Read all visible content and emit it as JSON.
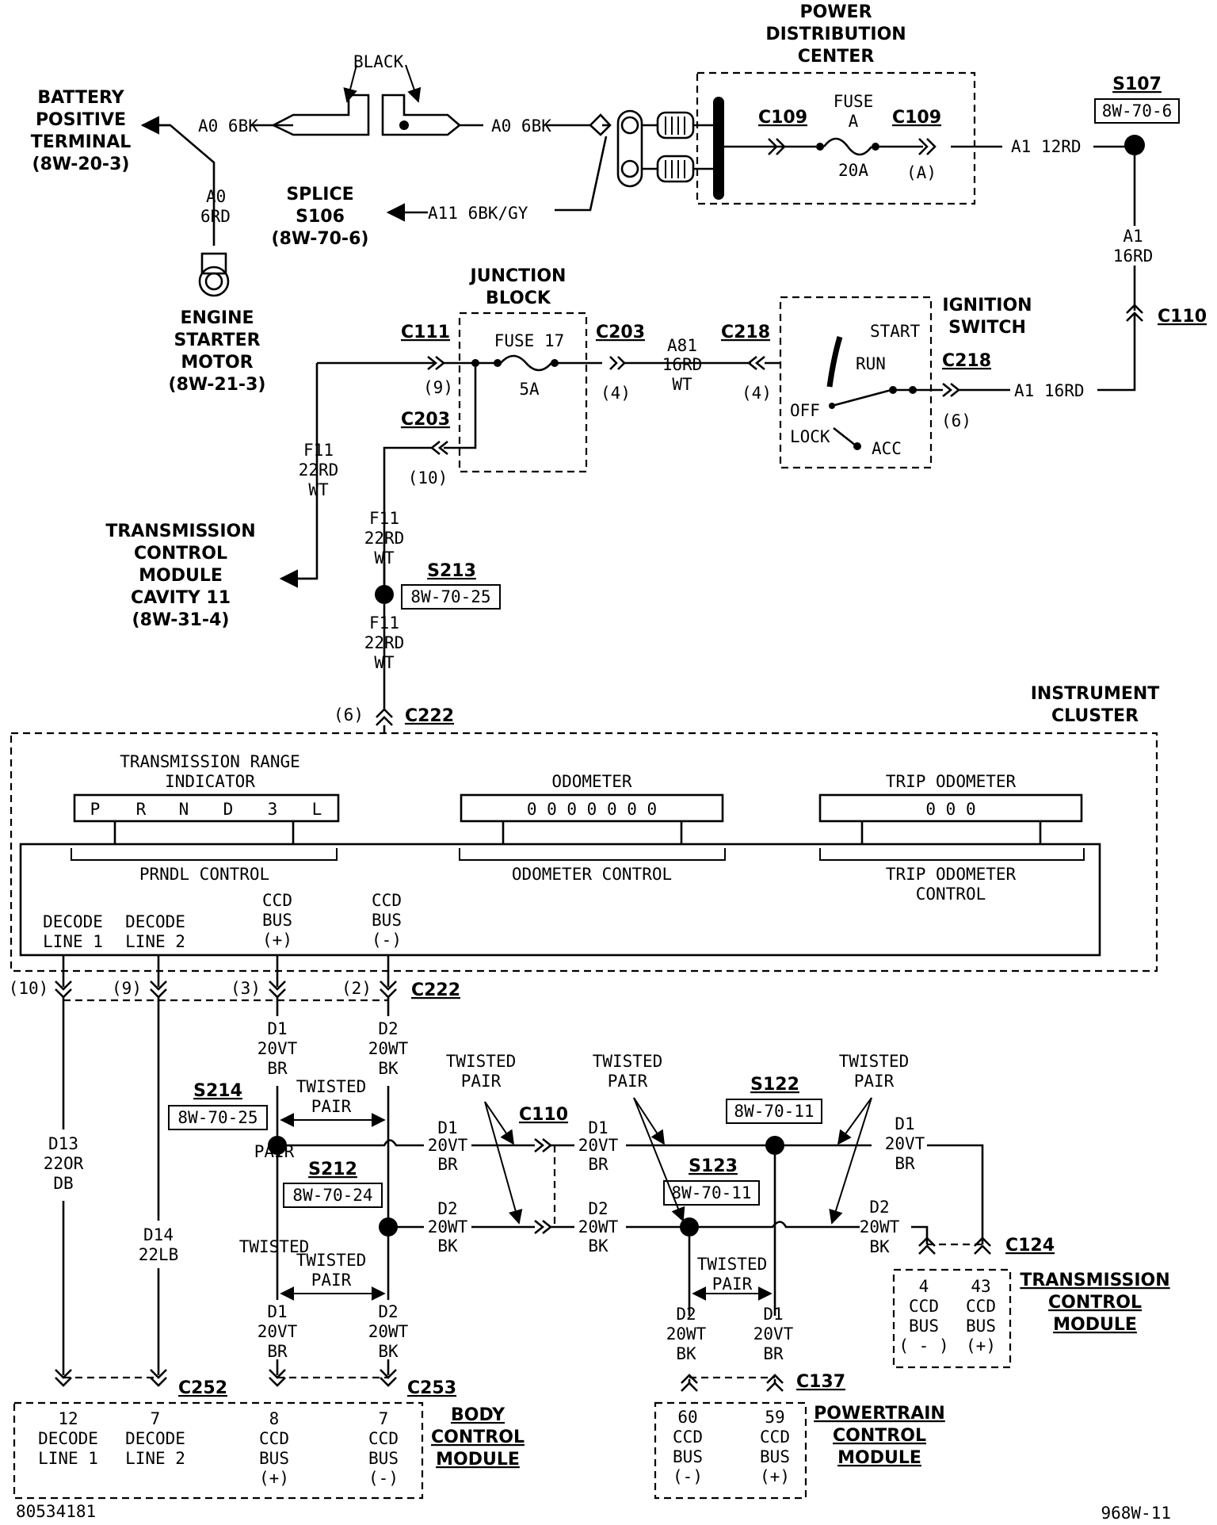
{
  "components": {
    "battery": {
      "name_1": "BATTERY",
      "name_2": "POSITIVE",
      "name_3": "TERMINAL",
      "ref": "(8W-20-3)"
    },
    "starter": {
      "name_1": "ENGINE",
      "name_2": "STARTER",
      "name_3": "MOTOR",
      "ref": "(8W-21-3)"
    },
    "splice_s106": {
      "name_1": "SPLICE",
      "name_2": "S106",
      "ref": "(8W-70-6)"
    },
    "pdc": {
      "name_1": "POWER",
      "name_2": "DISTRIBUTION",
      "name_3": "CENTER",
      "fuse_label": "FUSE",
      "fuse_id": "A",
      "fuse_rating": "20A",
      "cavity": "(A)"
    },
    "junction_block": {
      "name_1": "JUNCTION",
      "name_2": "BLOCK",
      "fuse": "FUSE 17",
      "rating": "5A"
    },
    "ignition": {
      "name_1": "IGNITION",
      "name_2": "SWITCH",
      "start": "START",
      "run": "RUN",
      "off": "OFF",
      "lock": "LOCK",
      "acc": "ACC"
    },
    "tcm_cavity": {
      "name_1": "TRANSMISSION",
      "name_2": "CONTROL",
      "name_3": "MODULE",
      "name_4": "CAVITY 11",
      "ref": "(8W-31-4)"
    },
    "cluster": {
      "name_1": "INSTRUMENT",
      "name_2": "CLUSTER",
      "tri_1": "TRANSMISSION RANGE",
      "tri_2": "INDICATOR",
      "prndl": [
        "P",
        "R",
        "N",
        "D",
        "3",
        "L"
      ],
      "odo_label": "ODOMETER",
      "odo_value": "0 0 0 0 0 0 0",
      "trip_label": "TRIP ODOMETER",
      "trip_value": "0 0 0",
      "prndl_control": "PRNDL CONTROL",
      "odo_control": "ODOMETER CONTROL",
      "trip_control_1": "TRIP ODOMETER",
      "trip_control_2": "CONTROL",
      "decode_1a": "DECODE",
      "decode_1b": "LINE 1",
      "decode_2a": "DECODE",
      "decode_2b": "LINE 2",
      "ccd_p_1": "CCD",
      "ccd_p_2": "BUS",
      "ccd_p_3": "(+)",
      "ccd_n_1": "CCD",
      "ccd_n_2": "BUS",
      "ccd_n_3": "(-)"
    },
    "bcm": {
      "name_1": "BODY",
      "name_2": "CONTROL",
      "name_3": "MODULE",
      "p12": "12",
      "p7a": "7",
      "p8": "8",
      "p7b": "7",
      "decode1_a": "DECODE",
      "decode1_b": "LINE 1",
      "decode2_a": "DECODE",
      "decode2_b": "LINE 2",
      "ccd": "CCD",
      "bus": "BUS",
      "plus": "(+)",
      "minus": "(-)"
    },
    "pcm": {
      "name_1": "POWERTRAIN",
      "name_2": "CONTROL",
      "name_3": "MODULE",
      "p60": "60",
      "p59": "59",
      "ccd": "CCD",
      "bus": "BUS",
      "minus": "(-)",
      "plus": "(+)"
    },
    "tcm": {
      "name_1": "TRANSMISSION",
      "name_2": "CONTROL",
      "name_3": "MODULE",
      "p4": "4",
      "p43": "43",
      "ccd": "CCD",
      "bus": "BUS",
      "minus": "( - )",
      "plus": "(+)"
    }
  },
  "connectors": {
    "c109": "C109",
    "c110": "C110",
    "c111": "C111",
    "c203": "C203",
    "c218": "C218",
    "c222": "C222",
    "c252": "C252",
    "c253": "C253",
    "c124": "C124",
    "c137": "C137",
    "p9": "(9)",
    "p10": "(10)",
    "p4": "(4)",
    "p6": "(6)",
    "p3": "(3)",
    "p2": "(2)"
  },
  "splices": {
    "s107": "S107",
    "s107_ref": "8W-70-6",
    "s213": "S213",
    "s213_ref": "8W-70-25",
    "s214": "S214",
    "s214_ref": "8W-70-25",
    "s212": "S212",
    "s212_ref": "8W-70-24",
    "s122": "S122",
    "s122_ref": "8W-70-11",
    "s123": "S123",
    "s123_ref": "8W-70-11"
  },
  "wires": {
    "a0_6bk": "A0 6BK",
    "a0": "A0",
    "rd6": "6RD",
    "a11": "A11 6BK/GY",
    "a1_12rd": "A1 12RD",
    "a1": "A1",
    "rd16": "16RD",
    "a1_16rd": "A1 16RD",
    "a81": "A81",
    "wt": "WT",
    "f11": "F11",
    "rd22": "22RD",
    "d1": "D1",
    "vt20": "20VT",
    "br": "BR",
    "d2": "D2",
    "wt20": "20WT",
    "bk": "BK",
    "d13": "D13",
    "or22": "22OR",
    "db": "DB",
    "d14": "D14",
    "lb22": "22LB",
    "black": "BLACK",
    "twisted": "TWISTED",
    "pair": "PAIR"
  },
  "footer": {
    "left": "80534181",
    "right": "968W-11"
  }
}
